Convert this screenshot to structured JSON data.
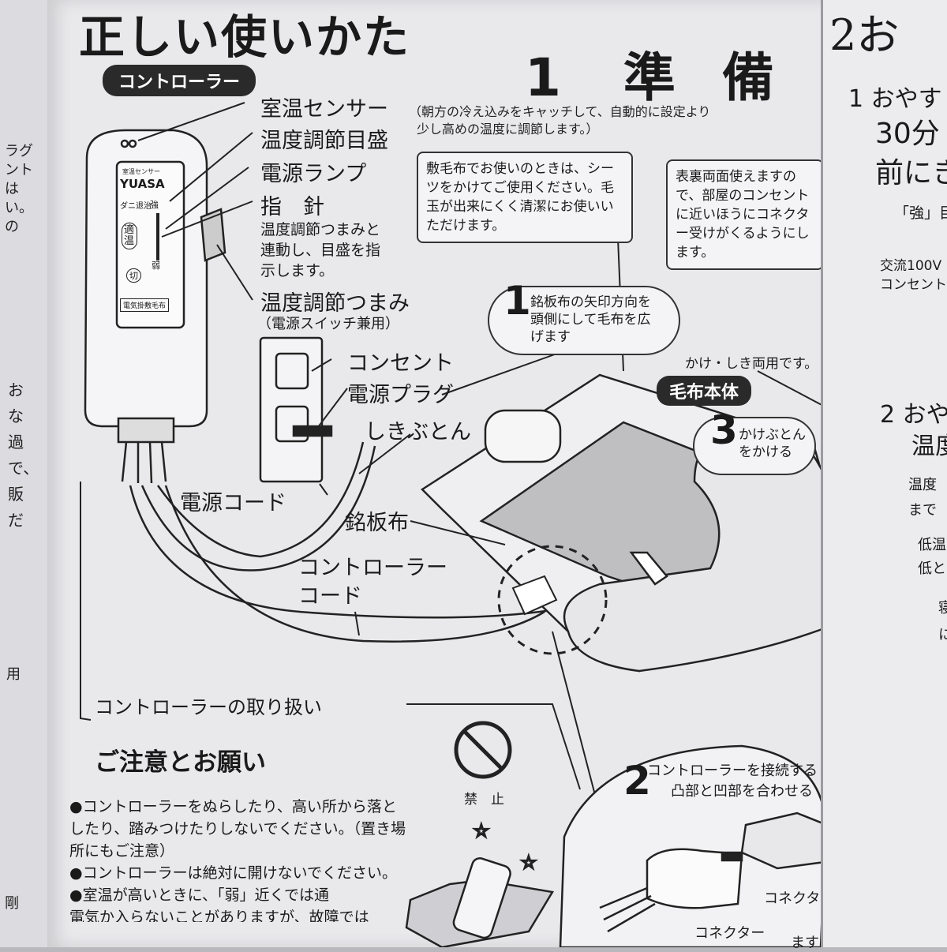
{
  "header": {
    "title": "正しい使いかた",
    "section_number": "1",
    "section_title": "準 備",
    "controller_badge": "コントローラー"
  },
  "controller_labels": {
    "room_sensor": "室温センサー",
    "room_sensor_note_line1": "（朝方の冷え込みをキャッチして、自動的に設定より",
    "room_sensor_note_line2": "少し高めの温度に調節します。）",
    "temp_scale": "温度調節目盛",
    "power_lamp": "電源ランプ",
    "pointer": "指　針",
    "pointer_desc_line1": "温度調節つまみと",
    "pointer_desc_line2": "連動し、目盛を指",
    "pointer_desc_line3": "示します。",
    "temp_knob": "温度調節つまみ",
    "temp_knob_sub": "（電源スイッチ兼用）"
  },
  "device": {
    "brand": "YUASA",
    "sensor_mark": "室温センサー",
    "top_mark": "ダニ退治",
    "strong": "強",
    "weak": "弱",
    "medium": "適温",
    "off": "切",
    "product_tag": "電気掛敷毛布"
  },
  "wiring_labels": {
    "outlet": "コンセント",
    "power_plug": "電源プラグ",
    "futon": "しきぶとん",
    "power_cord": "電源コード",
    "name_cloth": "銘板布",
    "controller_cord_line1": "コントローラー",
    "controller_cord_line2": "コード"
  },
  "notes": {
    "sheet_note": "敷毛布でお使いのときは、シーツをかけてご使用ください。毛玉が出来にくく清潔にお使いいただけます。",
    "reversible_note": "表裏両面使えますので、部屋のコンセントに近いほうにコネクター受けがくるようにします。",
    "dual_use": "かけ・しき両用です。",
    "blanket_body": "毛布本体"
  },
  "steps": [
    {
      "num": "1",
      "line1": "銘板布の矢印方向を",
      "line2": "頭側にして毛布を広",
      "line3": "げます"
    },
    {
      "num": "2",
      "line1": "コントローラーを接続する",
      "line2": "凸部と凹部を合わせる"
    },
    {
      "num": "3",
      "line1": "かけぶとん",
      "line2": "をかける"
    }
  ],
  "connector_labels": {
    "receiver": "コネクター受け",
    "connector": "コネクター",
    "cut_off": "ます"
  },
  "handling": {
    "heading": "コントローラーの取り扱い",
    "subheading": "ご注意とお願い",
    "prohibit": "禁　止",
    "bullets": [
      "●コントローラーをぬらしたり、高い所から落としたり、踏みつけたりしないでください。（置き場所にもご注意）",
      "●コントローラーは絶対に開けないでください。",
      "●室温が高いときに、「弱」近くでは通"
    ],
    "bullet_tail": "電気か入らないことがありますが、故障では"
  },
  "right_page": {
    "section": "2お",
    "step1_line1": "1 おやす",
    "step1_line2": "30分",
    "step1_line3": "前にき",
    "step1_note": "「強」目盛",
    "step1_small1": "交流100V",
    "step1_small2": "コンセント",
    "step2_line1": "2 おや",
    "step2_line2": "温度",
    "step2_small1": "温度",
    "step2_small2": "まで",
    "step2_small3": "低温",
    "step2_small4": "低と",
    "step2_small5": "寝",
    "step2_small6": "に"
  },
  "left_page": {
    "fragments": [
      "ラグ",
      "ント",
      "は",
      "い。",
      "の",
      "お",
      "な",
      "過",
      "で、",
      "販",
      "だ",
      "用",
      "剛"
    ]
  }
}
